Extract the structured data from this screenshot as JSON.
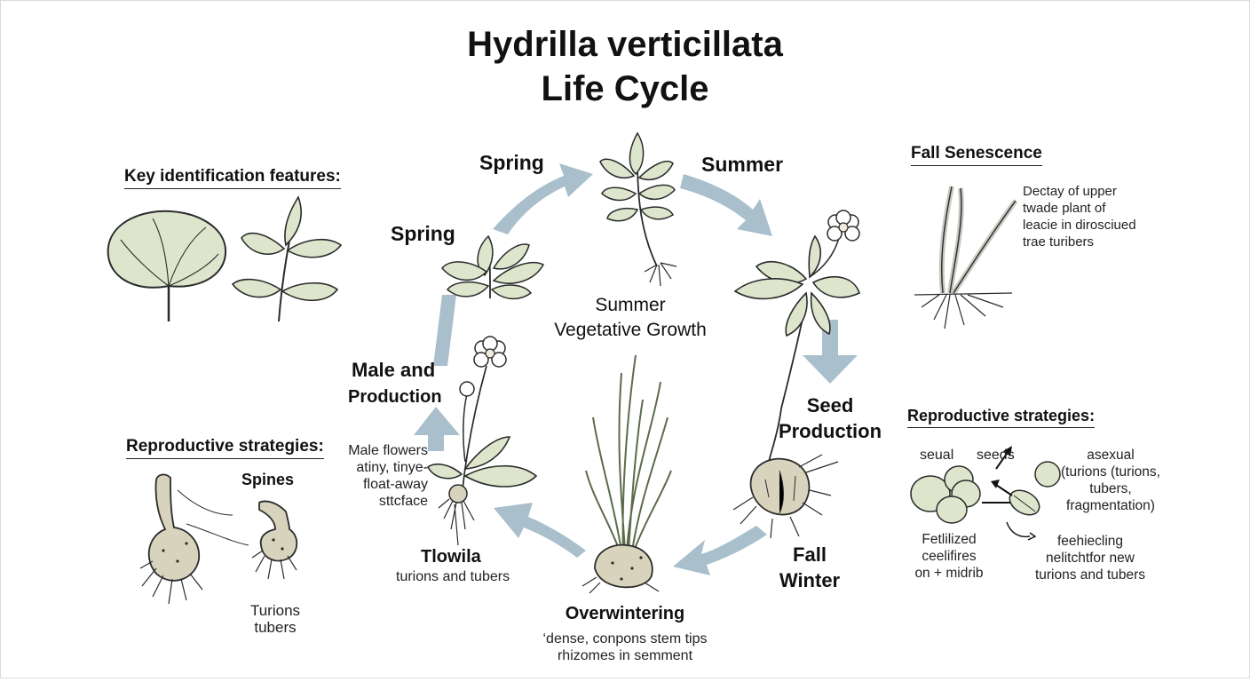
{
  "title": {
    "line1": "Hydrilla verticillata",
    "line2": "Life Cycle"
  },
  "cycle": {
    "spring_top": "Spring",
    "spring_left": "Spring",
    "summer_top": "Summer",
    "center_label": {
      "line1": "Summer",
      "line2": "Vegetative Growth"
    },
    "male": {
      "line1": "Male and",
      "line2": "Production"
    },
    "male_note": [
      "Male flowers",
      "atiny, tinye-",
      "float-away",
      "sttcface"
    ],
    "seed": {
      "line1": "Seed",
      "line2": "Production"
    },
    "fall_winter": {
      "line1": "Fall",
      "line2": "Winter"
    },
    "tlowila": {
      "title": "Tlowila",
      "sub": "turions and tubers"
    },
    "overwintering": {
      "title": "Overwintering",
      "line1": "‘dense, conpons stem tips",
      "line2": "rhizomes in semment"
    }
  },
  "key_features": {
    "heading": "Key identification features:"
  },
  "repro_left": {
    "heading": "Reproductive strategies:",
    "spines": "Spines",
    "turions": "Turions",
    "tubers": "tubers"
  },
  "fall_senescence": {
    "heading": "Fall Senescence",
    "lines": [
      "Dectay of upper",
      "twade plant of",
      "leacie in dirosciued",
      "trae turibers"
    ]
  },
  "repro_right": {
    "heading": "Reproductive strategies:",
    "seual": "seual",
    "seeds": "seeds",
    "asexual": [
      "asexual",
      "(turions (turions,",
      "tubers,",
      "fragmentation)"
    ],
    "fertilized": [
      "Fetlilized",
      "ceelifires",
      "on + midrib"
    ],
    "feeding": [
      "feehiecling",
      "nelitchtfor new",
      "turions and tubers"
    ]
  },
  "colors": {
    "arrow": "#a9bfcc",
    "leaf": "#dde6cc",
    "stroke": "#2b2b2b",
    "tuber": "#d8d3bd"
  }
}
